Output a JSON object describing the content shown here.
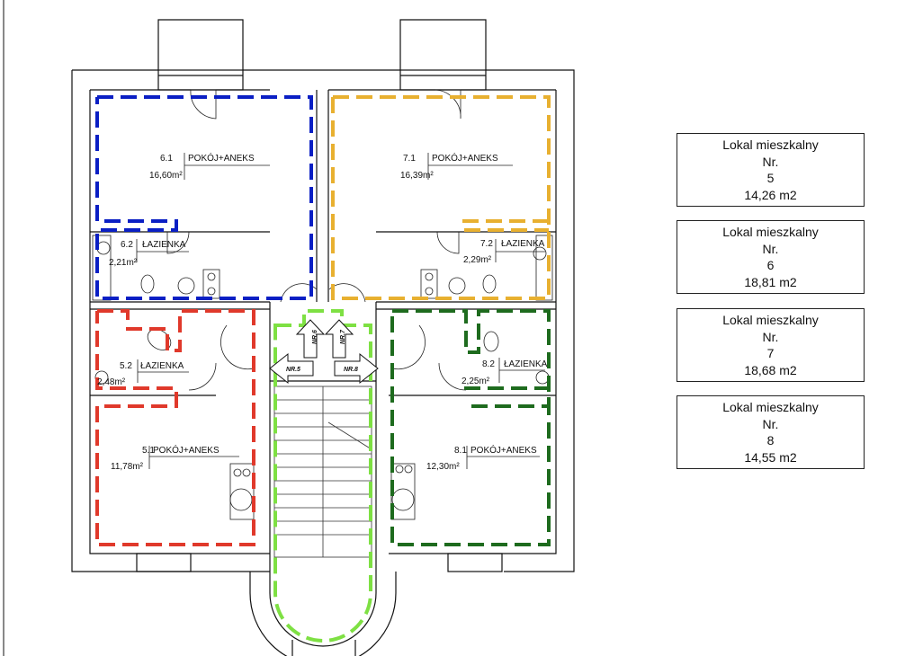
{
  "rooms": [
    {
      "number": "6.1",
      "name": "POKÓJ+ANEKS",
      "area": "16,60m²"
    },
    {
      "number": "6.2",
      "name": "ŁAZIENKA",
      "area": "2,21m²"
    },
    {
      "number": "7.1",
      "name": "POKÓJ+ANEKS",
      "area": "16,39m²"
    },
    {
      "number": "7.2",
      "name": "ŁAZIENKA",
      "area": "2,29m²"
    },
    {
      "number": "5.2",
      "name": "ŁAZIENKA",
      "area": "2,48m²"
    },
    {
      "number": "5.1",
      "name": "POKÓJ+ANEKS",
      "area": "11,78m²"
    },
    {
      "number": "8.2",
      "name": "ŁAZIENKA",
      "area": "2,25m²"
    },
    {
      "number": "8.1",
      "name": "POKÓJ+ANEKS",
      "area": "12,30m²"
    }
  ],
  "entrances": [
    "NR.6",
    "NR.7",
    "NR.5",
    "NR.8"
  ],
  "units": [
    {
      "title": "Lokal mieszkalny",
      "nr_label": "Nr.",
      "number": "5",
      "area": "14,26 m2"
    },
    {
      "title": "Lokal mieszkalny",
      "nr_label": "Nr.",
      "number": "6",
      "area": "18,81 m2"
    },
    {
      "title": "Lokal mieszkalny",
      "nr_label": "Nr.",
      "number": "7",
      "area": "18,68 m2"
    },
    {
      "title": "Lokal mieszkalny",
      "nr_label": "Nr.",
      "number": "8",
      "area": "14,55 m2"
    }
  ],
  "colors": {
    "unit5": "#e0392b",
    "unit6": "#0a1fc4",
    "unit7": "#e8b030",
    "unit8": "#1e6b1e",
    "stair": "#7ee043",
    "wall": "#111111"
  }
}
